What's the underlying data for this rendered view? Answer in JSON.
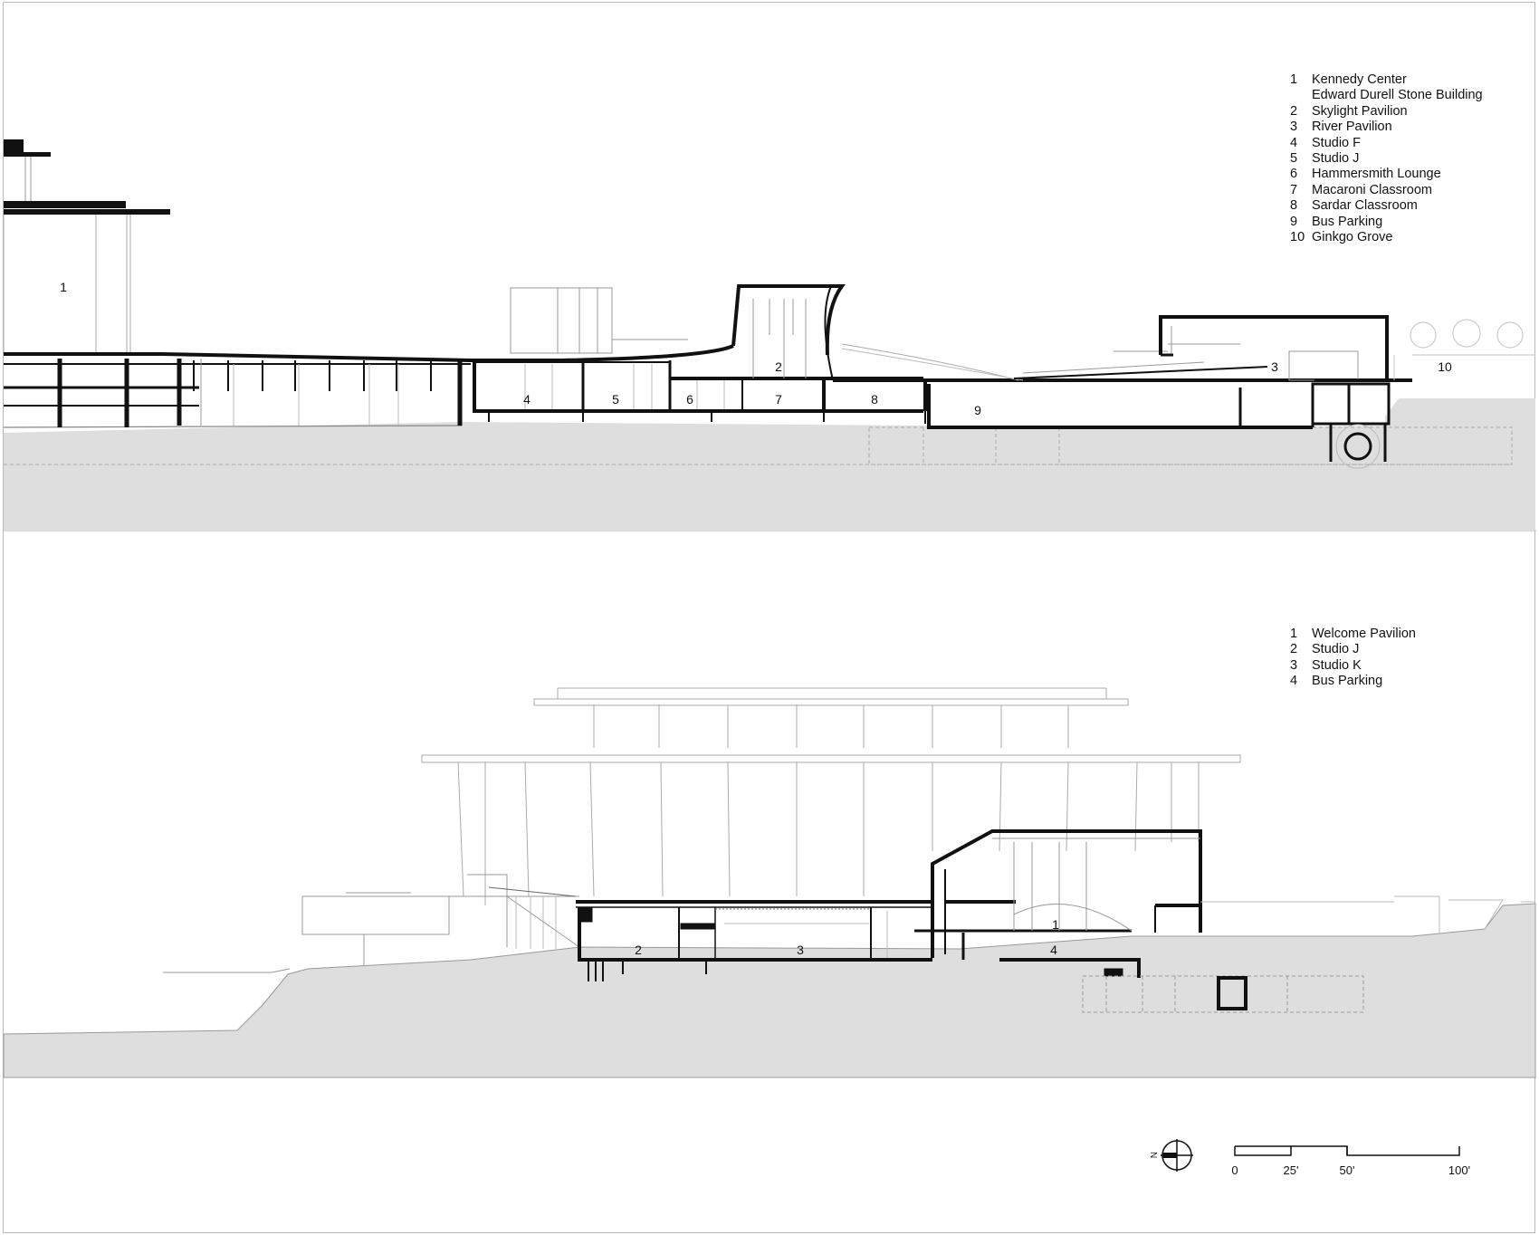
{
  "upper_section": {
    "legend": [
      {
        "num": "1",
        "label": "Kennedy Center"
      },
      {
        "num": "",
        "label": "Edward Durell Stone Building"
      },
      {
        "num": "2",
        "label": "Skylight Pavilion"
      },
      {
        "num": "3",
        "label": "River Pavilion"
      },
      {
        "num": "4",
        "label": "Studio F"
      },
      {
        "num": "5",
        "label": "Studio J"
      },
      {
        "num": "6",
        "label": "Hammersmith Lounge"
      },
      {
        "num": "7",
        "label": "Macaroni Classroom"
      },
      {
        "num": "8",
        "label": "Sardar Classroom"
      },
      {
        "num": "9",
        "label": "Bus Parking"
      },
      {
        "num": "10",
        "label": "Ginkgo Grove"
      }
    ],
    "tags": [
      "1",
      "2",
      "3",
      "4",
      "5",
      "6",
      "7",
      "8",
      "9",
      "10"
    ]
  },
  "lower_section": {
    "legend": [
      {
        "num": "1",
        "label": "Welcome Pavilion"
      },
      {
        "num": "2",
        "label": "Studio J"
      },
      {
        "num": "3",
        "label": "Studio K"
      },
      {
        "num": "4",
        "label": "Bus Parking"
      }
    ],
    "tags": [
      "1",
      "2",
      "3",
      "4"
    ]
  },
  "north_arrow": {
    "label": "N",
    "icon": "north-arrow-icon"
  },
  "scale_bar": {
    "ticks": [
      "0",
      "25'",
      "50'",
      "100'"
    ]
  },
  "colors": {
    "ground": "#dedede",
    "line": "#111111",
    "light_line": "#bbbbbb"
  }
}
